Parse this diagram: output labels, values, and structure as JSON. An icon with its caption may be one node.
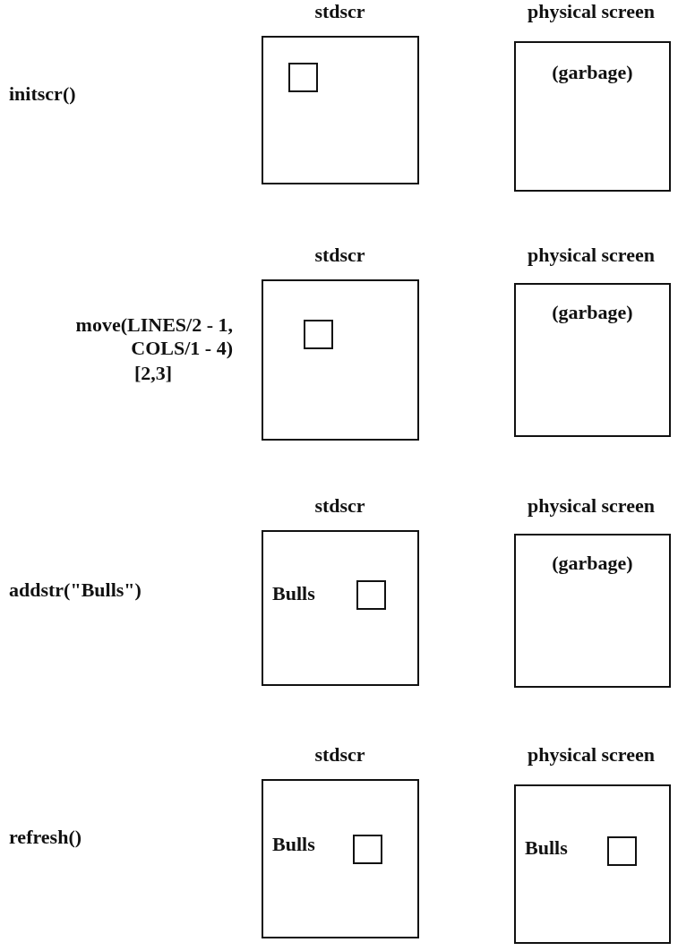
{
  "diagram": {
    "nodes": [
      {
        "text": [
          "stdscr"
        ]
      },
      {
        "text": [],
        "shape": "box",
        "in": 0
      },
      {
        "text": [
          "physical screen",
          "(garbage)"
        ]
      },
      {
        "text": [
          "stdscr"
        ]
      },
      {
        "text": [],
        "shape": "box",
        "in": 3
      },
      {
        "text": [
          "physical screen",
          "(garbage)"
        ]
      },
      {
        "text": [
          "stdscr",
          "Bulls"
        ]
      },
      {
        "text": [],
        "shape": "box",
        "in": 6
      },
      {
        "text": [
          "physical screen",
          "(garbage)"
        ]
      },
      {
        "text": [
          "stdscr",
          "Bulls"
        ]
      },
      {
        "text": [],
        "shape": "box",
        "in": 9
      },
      {
        "text": [
          "physical screen",
          "Bulls"
        ]
      },
      {
        "text": [],
        "shape": "box",
        "in": 11
      }
    ],
    "edges": [],
    "labels": [
      "initscr()",
      "move(LINES/2 - 1, COLS/1 - 4)",
      "[2,3]",
      "addstr(\"Bulls\")",
      "refresh()"
    ]
  }
}
